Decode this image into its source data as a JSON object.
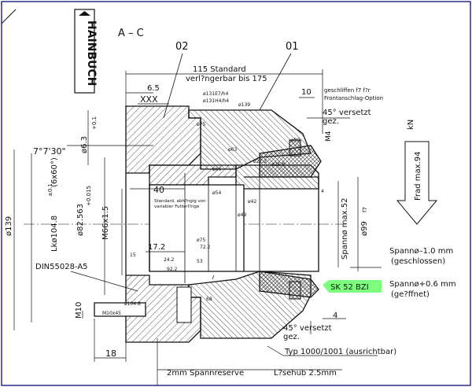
{
  "logo": {
    "text": "HAINBUCH"
  },
  "section": {
    "label": "A – C"
  },
  "parts": {
    "p02": "02",
    "p01": "01"
  },
  "dims": {
    "standard_115": "115 Standard",
    "adjustable": "verl?ngerbar bis 175",
    "d65": "6.5",
    "xxx": "XXX",
    "d10": "10",
    "ground_f7": "geschliffen f7 f?r",
    "front_stop": "Frontanschlag-Option",
    "d131e7": "ø131E7/h4",
    "d131h4": "ø131H4/h4",
    "d139": "ø139",
    "angle_45_top": "45° versetzt",
    "gez_top": "gez.",
    "m4": "M4",
    "d99_small": "ø99",
    "d63": "ø63",
    "d272": "ø27.2",
    "d268": "ø26.8",
    "d75": "ø75",
    "d54": "ø54",
    "d49": "ø49",
    "d42": "ø42",
    "d66": "ø66",
    "d4": "4",
    "d63_3": "ø6.3",
    "tol_01": "+0.1",
    "angle_7730": "7°7'30\"",
    "d40": "40",
    "standard_note_1": "Standard, abh?ngig von",
    "standard_note_2": "variabler Futterl?nge",
    "m66": "M66x1.5",
    "d82563": "ø82.563",
    "tol_0015": "+0.015",
    "d139_side": "ø139",
    "lk": "Lkø104.8",
    "lk_tol": "±0.1",
    "lk_6x60": "(6x60°)",
    "d172": "17.2",
    "d15": "15",
    "d242": "24.2",
    "d922": "92.2",
    "d722": "72.2",
    "d53": "53",
    "clamp_d52": "Spannø max.52",
    "d99_f7": "ø99",
    "f7": "f7",
    "frad": "Frad max.94",
    "kn": "kN",
    "din": "DIN55028-A5",
    "m10": "M10",
    "m10x45": "M10x45",
    "d1048": "ø104.8",
    "d68": "68",
    "d18": "18",
    "spanno_minus": "Spannø–1.0  mm",
    "geschlossen": "(geschlossen)",
    "sk": "SK 52 BZI",
    "spanno_plus": "Spannø+0.6  mm",
    "geoffnet": "(ge?ffnet)",
    "angle_45_bottom": "45° versetzt",
    "gez_bottom": "gez.",
    "d4_bottom": "4",
    "typ": "Typ  1000/1001  (ausrichtbar)",
    "spannreserve": "2mm  Spannreserve",
    "hub": "L?sehub  2.5mm"
  },
  "colors": {
    "highlight": "#7dff7d",
    "line": "#111111",
    "frame": "#2b2b8a"
  }
}
